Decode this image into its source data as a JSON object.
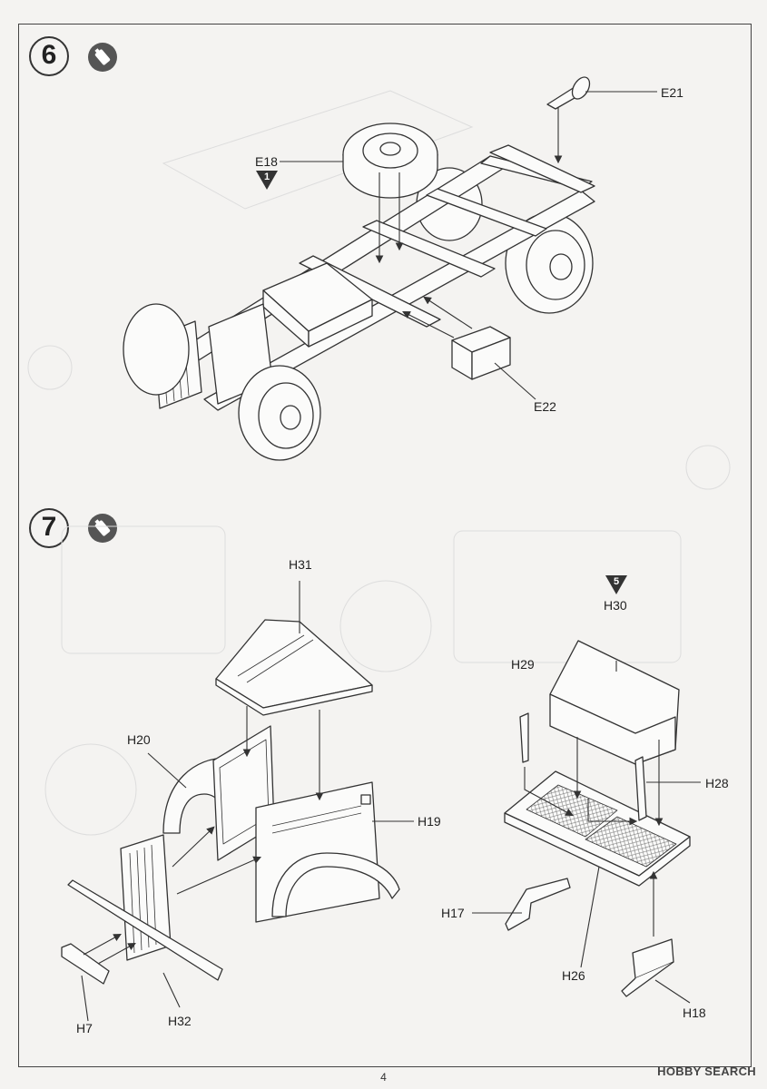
{
  "step6": {
    "number": "6",
    "callout": "1",
    "parts": {
      "e18": "E18",
      "e21": "E21",
      "e22": "E22"
    }
  },
  "step7": {
    "number": "7",
    "callout": "5",
    "parts": {
      "h31": "H31",
      "h30": "H30",
      "h29": "H29",
      "h20": "H20",
      "h28": "H28",
      "h19": "H19",
      "h17": "H17",
      "h26": "H26",
      "h7": "H7",
      "h32": "H32",
      "h18": "H18"
    }
  },
  "footer": {
    "page_number": "4",
    "watermark": "HOBBY SEARCH"
  },
  "colors": {
    "line": "#333333",
    "badge": "#555555",
    "paper": "#f4f3f1"
  }
}
